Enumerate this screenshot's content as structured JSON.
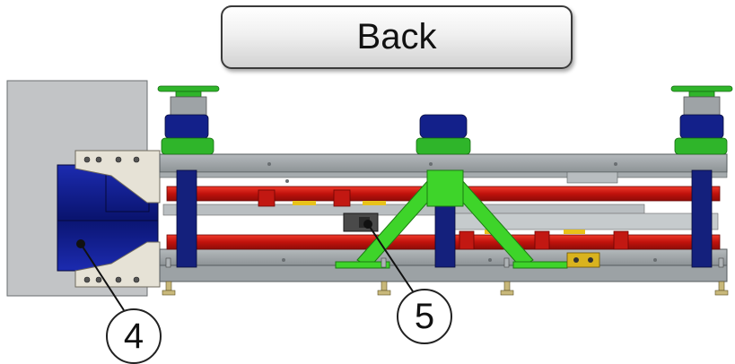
{
  "back_button": {
    "label": "Back"
  },
  "callouts": [
    {
      "label": "4"
    },
    {
      "label": "5"
    }
  ],
  "colors": {
    "frame": "#9aa0a4",
    "rail": "#d41a12",
    "motor": "#12209a",
    "bracket": "#3ed42a",
    "handwheel": "#2fb52a"
  }
}
